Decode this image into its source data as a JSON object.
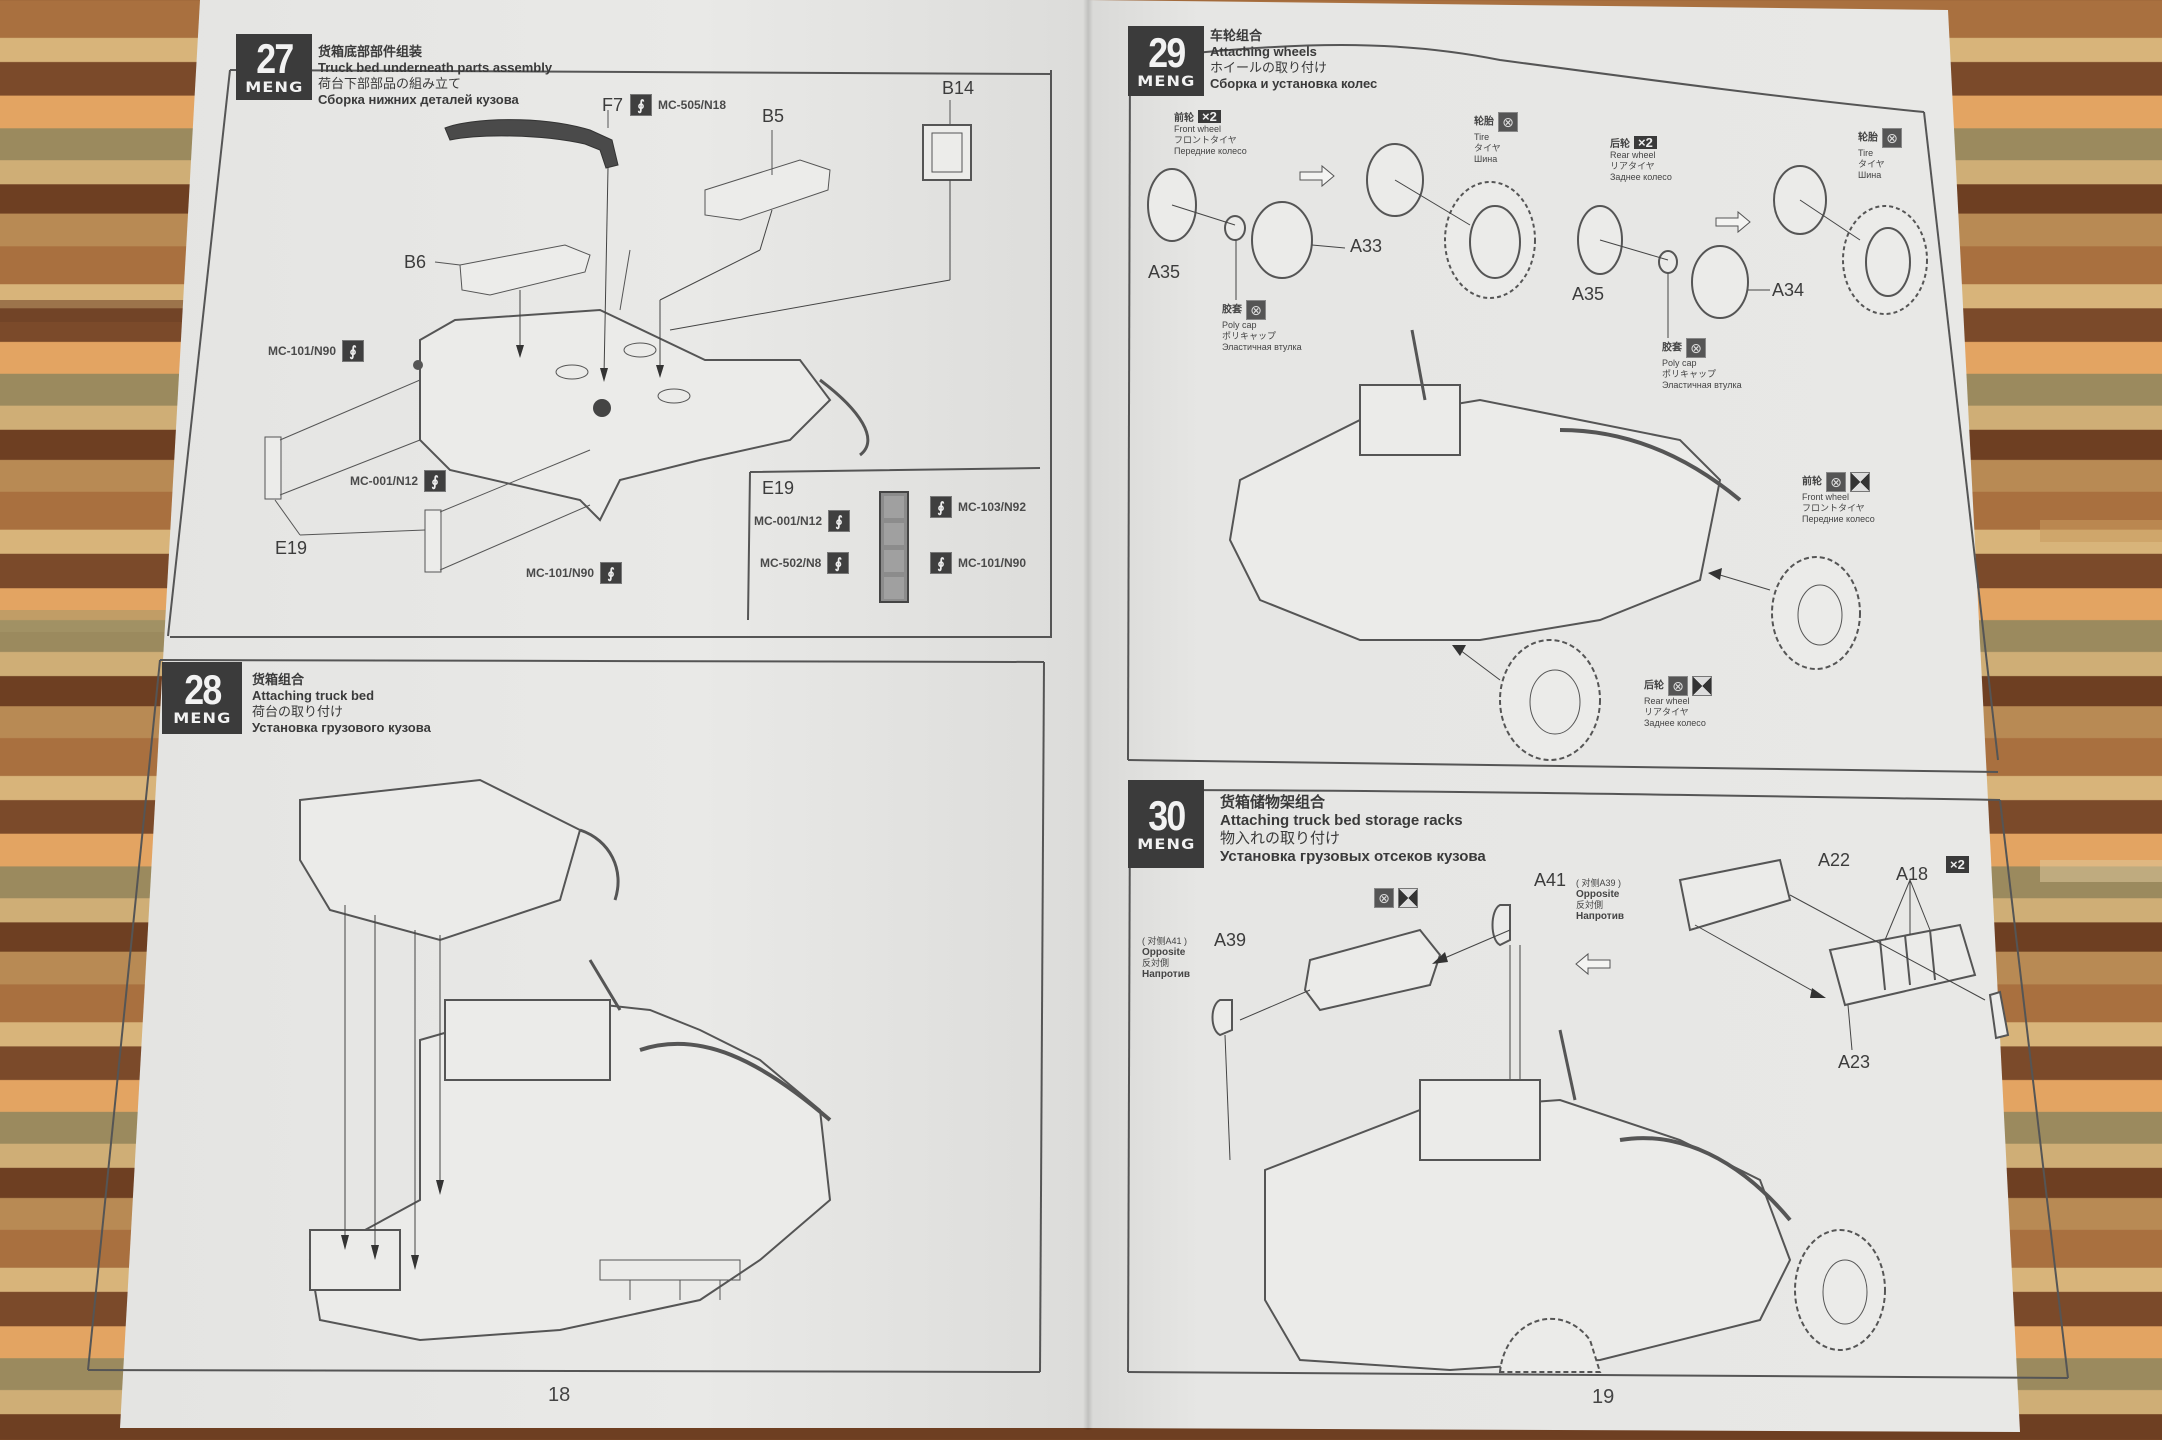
{
  "document": {
    "brand": "MENG",
    "pages": [
      {
        "side": "left",
        "number": "18"
      },
      {
        "side": "right",
        "number": "19"
      }
    ]
  },
  "steps": {
    "s27": {
      "number": "27",
      "title_zh": "货箱底部部件组装",
      "title_en": "Truck bed underneath parts assembly",
      "title_jp": "荷台下部部品の組み立て",
      "title_ru": "Сборка нижних деталей кузова",
      "parts": {
        "f7": "F7",
        "b5": "B5",
        "b14": "B14",
        "b6": "B6",
        "e19": "E19"
      },
      "paints": {
        "f7_paint": "MC-505/N18",
        "left_top_paint": "MC-101/N90",
        "mid_paint": "MC-001/N12",
        "bottom_paint": "MC-101/N90"
      },
      "inset": {
        "title": "E19",
        "left": [
          "MC-001/N12",
          "MC-502/N8"
        ],
        "right": [
          "MC-103/N92",
          "MC-101/N90"
        ]
      }
    },
    "s28": {
      "number": "28",
      "title_zh": "货箱组合",
      "title_en": "Attaching truck bed",
      "title_jp": "荷台の取り付け",
      "title_ru": "Установка грузового кузова"
    },
    "s29": {
      "number": "29",
      "title_zh": "车轮组合",
      "title_en": "Attaching wheels",
      "title_jp": "ホイールの取り付け",
      "title_ru": "Сборка и установка колес",
      "front_wheel": {
        "zh": "前轮",
        "en": "Front wheel",
        "jp": "フロントタイヤ",
        "ru": "Передние колесо",
        "qty": "×2"
      },
      "rear_wheel": {
        "zh": "后轮",
        "en": "Rear wheel",
        "jp": "リアタイヤ",
        "ru": "Заднее колесо",
        "qty": "×2"
      },
      "tire": {
        "zh": "轮胎",
        "en": "Tire",
        "jp": "タイヤ",
        "ru": "Шина"
      },
      "poly_cap": {
        "zh": "胶套",
        "en": "Poly cap",
        "jp": "ポリキャップ",
        "ru": "Эластичная втулка"
      },
      "parts": {
        "a35_front": "A35",
        "a33": "A33",
        "a35_rear": "A35",
        "a34": "A34"
      },
      "callout_front": {
        "zh": "前轮",
        "en": "Front wheel",
        "jp": "フロントタイヤ",
        "ru": "Передние колесо"
      },
      "callout_rear": {
        "zh": "后轮",
        "en": "Rear wheel",
        "jp": "リアタイヤ",
        "ru": "Заднее колесо"
      }
    },
    "s30": {
      "number": "30",
      "title_zh": "货箱储物架组合",
      "title_en": "Attaching truck bed storage racks",
      "title_jp": "物入れの取り付け",
      "title_ru": "Установка  грузовых отсеков кузова",
      "parts": {
        "a41": "A41",
        "a39": "A39",
        "a22": "A22",
        "a18": "A18",
        "a23": "A23"
      },
      "a41_note": {
        "zh": "( 对侧A39 )",
        "en": "Opposite",
        "jp": "反対側",
        "ru": "Напротив"
      },
      "a39_note": {
        "zh": "( 对侧A41 )",
        "en": "Opposite",
        "jp": "反対側",
        "ru": "Напротив"
      },
      "qty": "×2"
    }
  },
  "icons": {
    "brush": "paint-brush-icon",
    "no_cement": "no-glue-icon",
    "rotate": "rotatable-icon",
    "arrow": "assembly-arrow-icon"
  },
  "colors": {
    "paper": "#e7e7e5",
    "ink": "#3b3b3b",
    "badge": "#3b3b3b",
    "wood_dark": "#6e3f22",
    "wood_light": "#e3a462"
  }
}
